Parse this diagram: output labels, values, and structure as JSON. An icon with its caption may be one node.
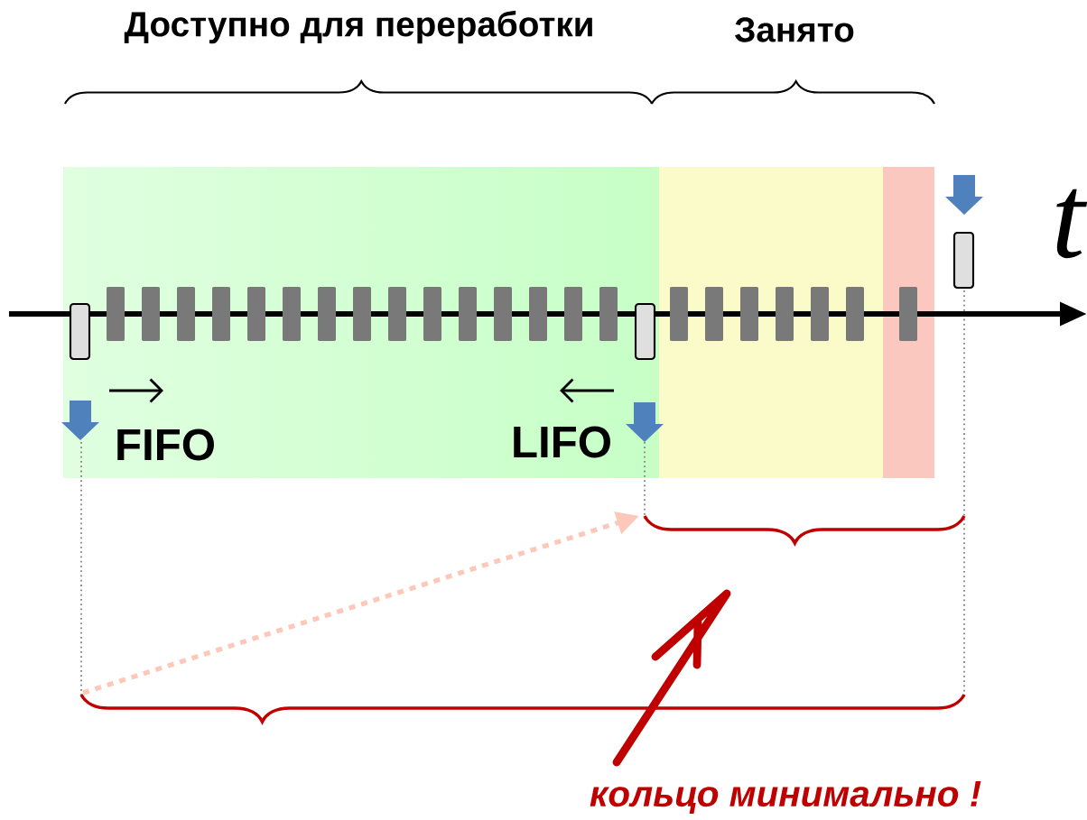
{
  "diagram": {
    "labels": [
      "Доступно для переработки",
      "Занято",
      "t",
      "FIFO",
      "LIFO",
      "кольцо минимально !"
    ]
  }
}
